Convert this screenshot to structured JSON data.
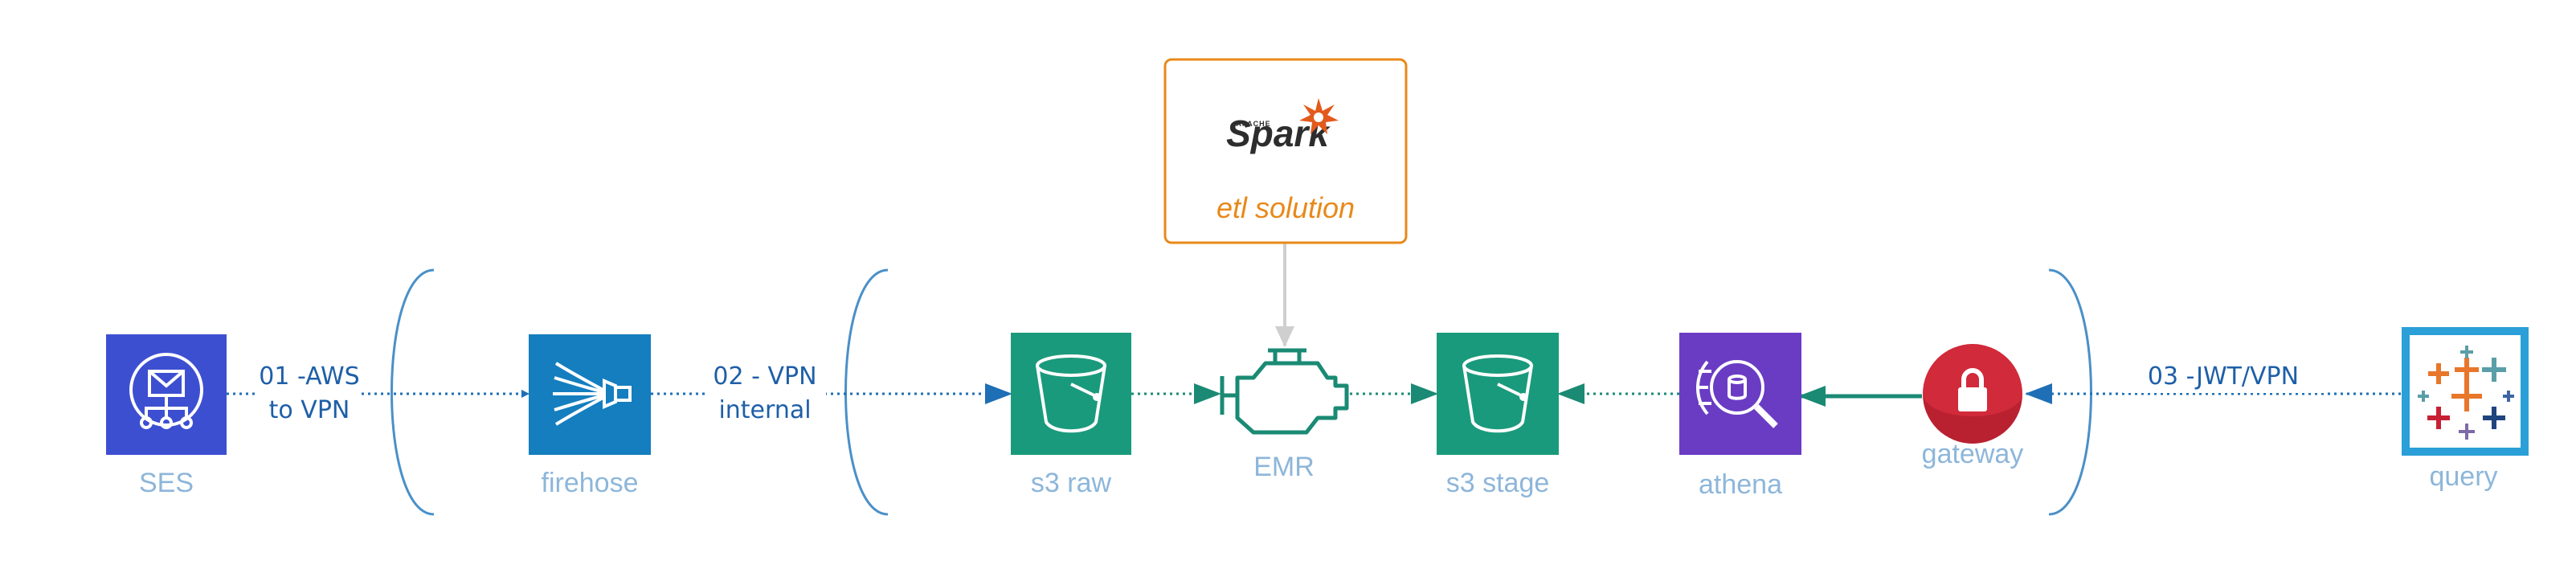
{
  "nodes": {
    "ses": "SES",
    "firehose": "firehose",
    "s3_raw": "s3 raw",
    "emr": "EMR",
    "s3_stage": "s3 stage",
    "athena": "athena",
    "gateway": "gateway",
    "query": "query"
  },
  "edges": {
    "e1_line1": "01 -AWS",
    "e1_line2": "to VPN",
    "e2_line1": "02 - VPN",
    "e2_line2": "internal",
    "e3": "03 -JWT/VPN"
  },
  "etl": {
    "logo_small": "APACHE",
    "logo_text": "Spark",
    "caption": "etl solution"
  },
  "colors": {
    "ses": "#3d4fd1",
    "firehose": "#147ebf",
    "s3": "#1a9a7c",
    "athena": "#6a3cc4",
    "gateway": "#d12a3a",
    "label": "#8db6da",
    "edge_text": "#1e5fa8",
    "accent": "#e8891a"
  }
}
